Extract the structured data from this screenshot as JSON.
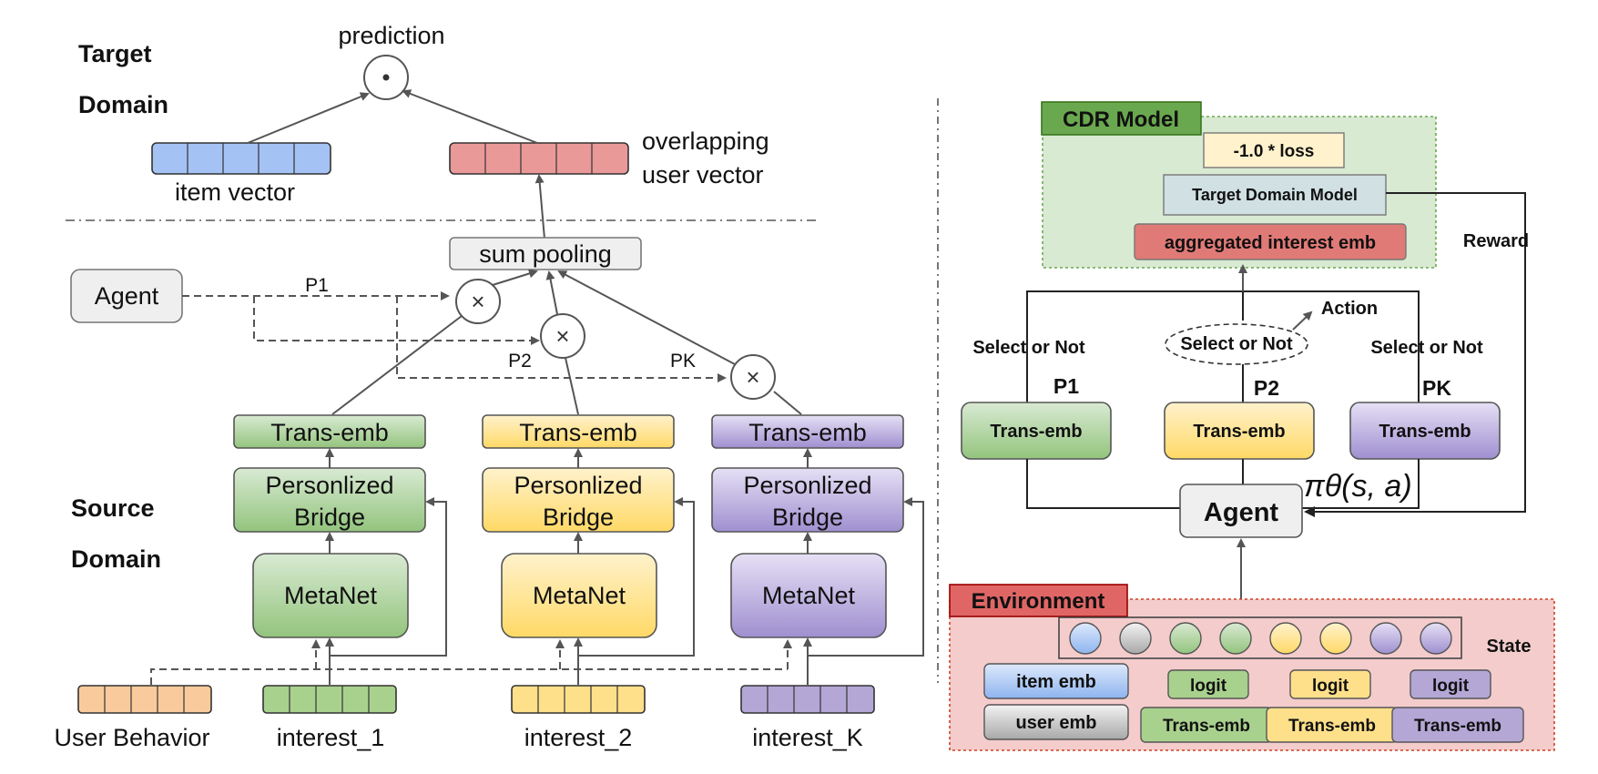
{
  "left": {
    "target_domain": [
      "Target",
      "Domain"
    ],
    "source_domain": [
      "Source",
      "Domain"
    ],
    "prediction": "prediction",
    "dot_symbol": "⊙",
    "item_vector": "item vector",
    "user_vector": [
      "overlapping",
      "user vector"
    ],
    "sum_pooling": "sum pooling",
    "agent": "Agent",
    "p_labels": [
      "P1",
      "P2",
      "PK"
    ],
    "times_symbol": "×",
    "trans_emb": "Trans-emb",
    "bridge": [
      "Personlized",
      "Bridge"
    ],
    "metanet": "MetaNet",
    "inputs": [
      "User Behavior",
      "interest_1",
      "interest_2",
      "interest_K"
    ]
  },
  "right": {
    "cdr_model": "CDR Model",
    "loss": "-1.0 * loss",
    "target_domain_model": "Target Domain Model",
    "aggregated": "aggregated interest emb",
    "reward": "Reward",
    "action": "Action",
    "select": "Select or Not",
    "p_labels": [
      "P1",
      "P2",
      "PK"
    ],
    "trans_emb": "Trans-emb",
    "agent": "Agent",
    "policy": "πθ(s, a)",
    "environment": "Environment",
    "state": "State",
    "item_emb": "item emb",
    "user_emb": "user emb",
    "logit": "logit",
    "env_trans_emb": "Trans-emb"
  },
  "colors": {
    "green": "#a9d18e",
    "yellow": "#ffe08a",
    "purple": "#b4a7d6",
    "blue": "#a4c2f4",
    "red": "#ea9999",
    "orange": "#f9cb9c",
    "gray": "#d9d9d9",
    "cdr_bg": "#d9ead3",
    "env_bg": "#f4cccc"
  }
}
